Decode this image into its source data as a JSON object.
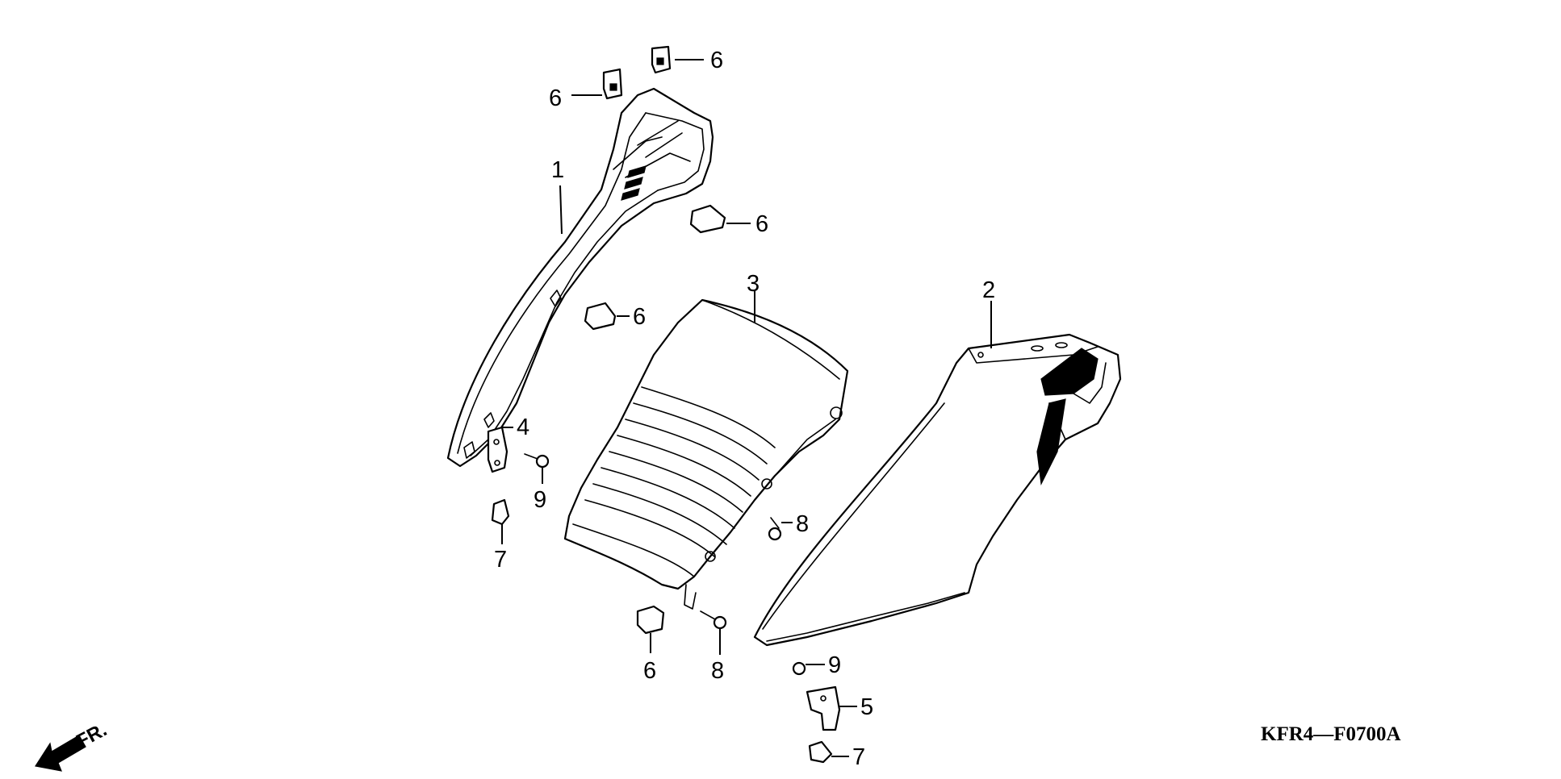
{
  "diagram": {
    "code": "KFR4—F0700A",
    "direction_label": "FR.",
    "callouts": {
      "c1": "1",
      "c2": "2",
      "c3": "3",
      "c4": "4",
      "c5": "5",
      "c6a": "6",
      "c6b": "6",
      "c6c": "6",
      "c6d": "6",
      "c6e": "6",
      "c7a": "7",
      "c7b": "7",
      "c8a": "8",
      "c8b": "8",
      "c9a": "9",
      "c9b": "9"
    }
  }
}
